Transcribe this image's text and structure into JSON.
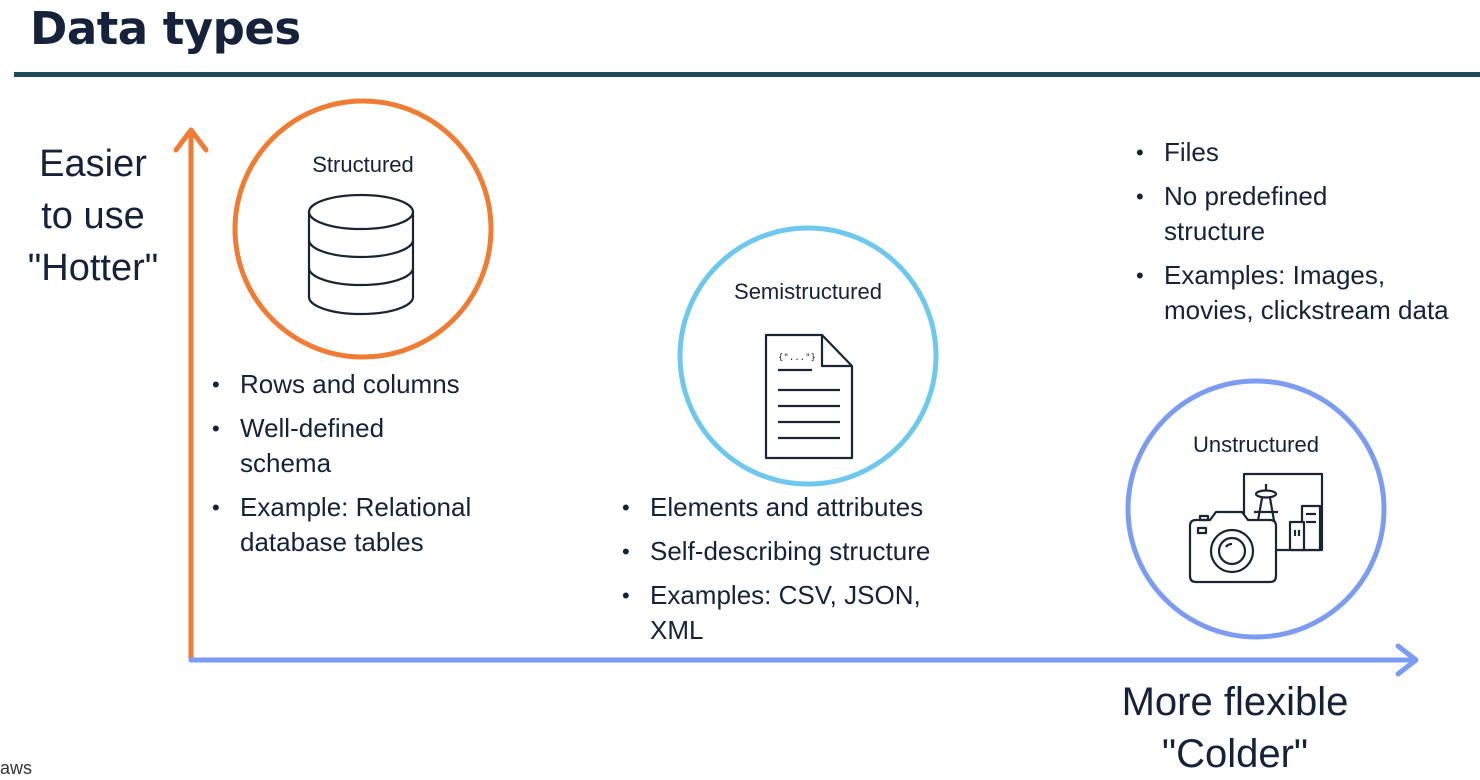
{
  "title": "Data types",
  "axis": {
    "y_label": "Easier\nto use\n\"Hotter\"",
    "x_label": "More flexible\n\"Colder\"",
    "y_color": "#f07c34",
    "x_color": "#7b9cf0"
  },
  "categories": [
    {
      "label": "Structured",
      "icon": "database-icon",
      "color": "#f07c34",
      "bullets": [
        "Rows and columns",
        "Well-defined schema",
        "Example: Relational database tables"
      ]
    },
    {
      "label": "Semistructured",
      "icon": "document-icon",
      "color": "#6ec8ee",
      "icon_text": "{\"...\"}",
      "bullets": [
        "Elements and attributes",
        "Self-describing structure",
        "Examples: CSV, JSON, XML"
      ]
    },
    {
      "label": "Unstructured",
      "icon": "camera-image-icon",
      "color": "#7b9cf0",
      "bullets": [
        "Files",
        "No predefined structure",
        "Examples: Images, movies, clickstream data"
      ]
    }
  ],
  "footer": {
    "logo_text": "aws"
  }
}
